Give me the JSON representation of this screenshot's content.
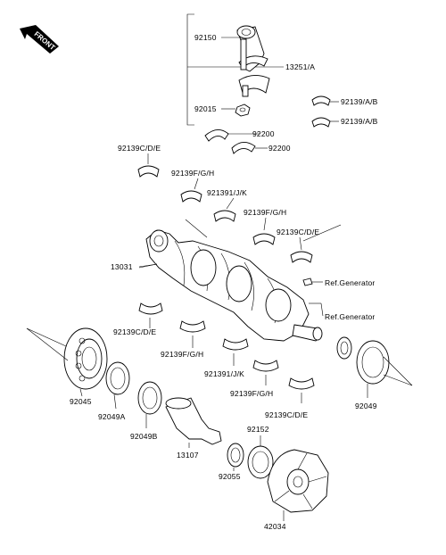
{
  "front_label": "FRONT",
  "labels": {
    "p92150": "92150",
    "p13251": "13251/A",
    "p92015": "92015",
    "p92139ab_1": "92139/A/B",
    "p92139ab_2": "92139/A/B",
    "p92200_1": "92200",
    "p92200_2": "92200",
    "p92139cde_1": "92139C/D/E",
    "p92139fgh_1": "92139F/G/H",
    "p92139ijk_1": "921391/J/K",
    "p92139fgh_2": "92139F/G/H",
    "p92139cde_2": "92139C/D/E",
    "p13031": "13031",
    "ref_gen_1": "Ref.Generator",
    "ref_gen_2": "Ref.Generator",
    "p92139cde_3": "92139C/D/E",
    "p92139fgh_3": "92139F/G/H",
    "p92139ijk_2": "921391/J/K",
    "p92139fgh_4": "92139F/G/H",
    "p92139cde_4": "92139C/D/E",
    "p92045": "92045",
    "p92049a": "92049A",
    "p92049b": "92049B",
    "p13107": "13107",
    "p92152": "92152",
    "p92055": "92055",
    "p92049": "92049",
    "p42034": "42034"
  }
}
